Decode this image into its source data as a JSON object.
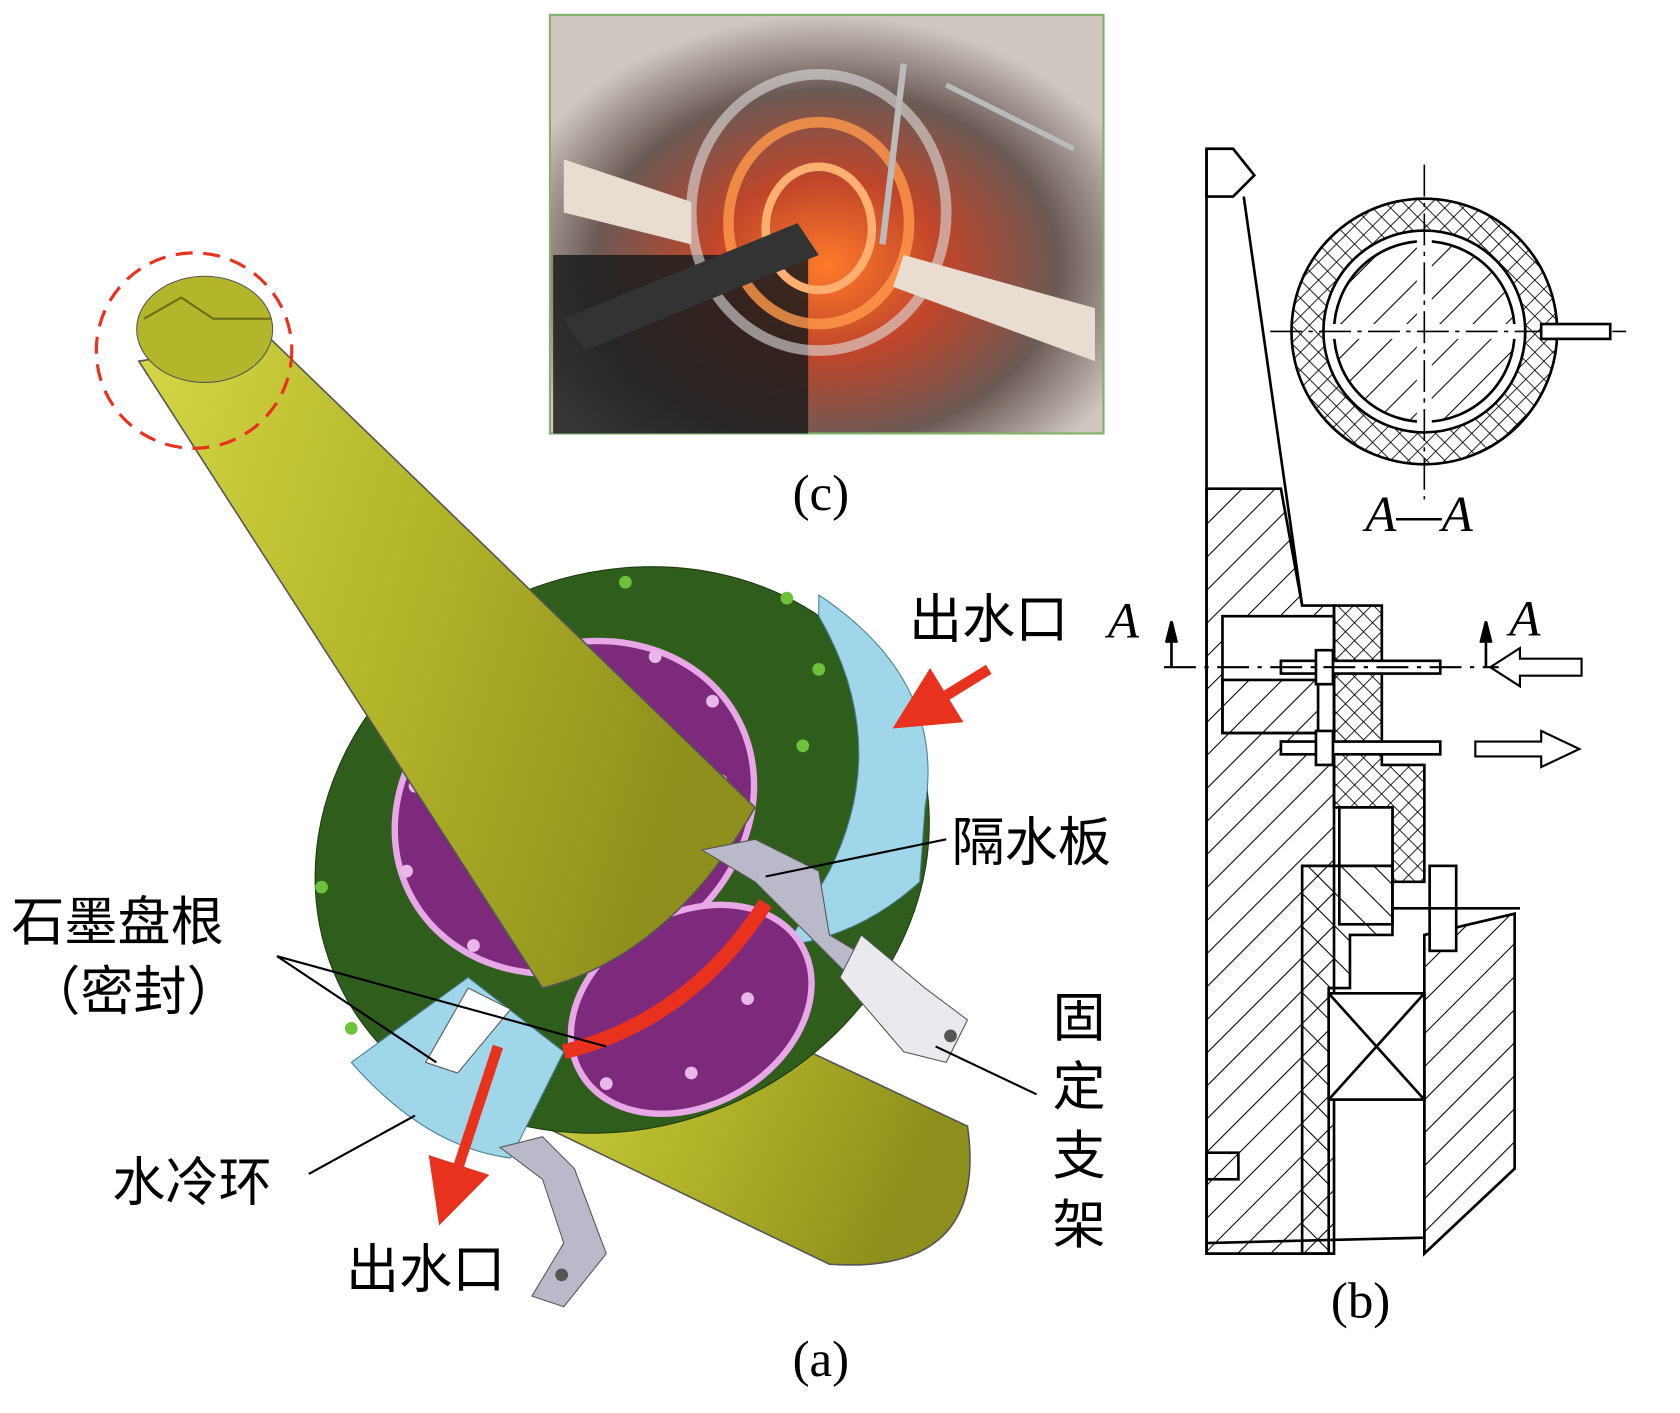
{
  "labels": {
    "outlet_top": "出水口",
    "section_mark_a_left": "A",
    "section_mark_a_right": "A",
    "divider_plate": "隔水板",
    "graphite_packing": "石墨盘根",
    "seal": "（密封）",
    "cooling_ring": "水冷环",
    "outlet_bottom": "出水口",
    "fixed_bracket": [
      "固",
      "定",
      "支",
      "架"
    ],
    "panel_a": "(a)",
    "panel_b": "(b)",
    "panel_c": "(c)",
    "section_aa": "A—A"
  },
  "colors": {
    "cone": "#b3b52a",
    "disk": "#2f5e1c",
    "flange": "#7e2a7c",
    "ring": "#9fd6ea",
    "arrow": "#e8321e",
    "bracket": "#b9b9c9"
  }
}
